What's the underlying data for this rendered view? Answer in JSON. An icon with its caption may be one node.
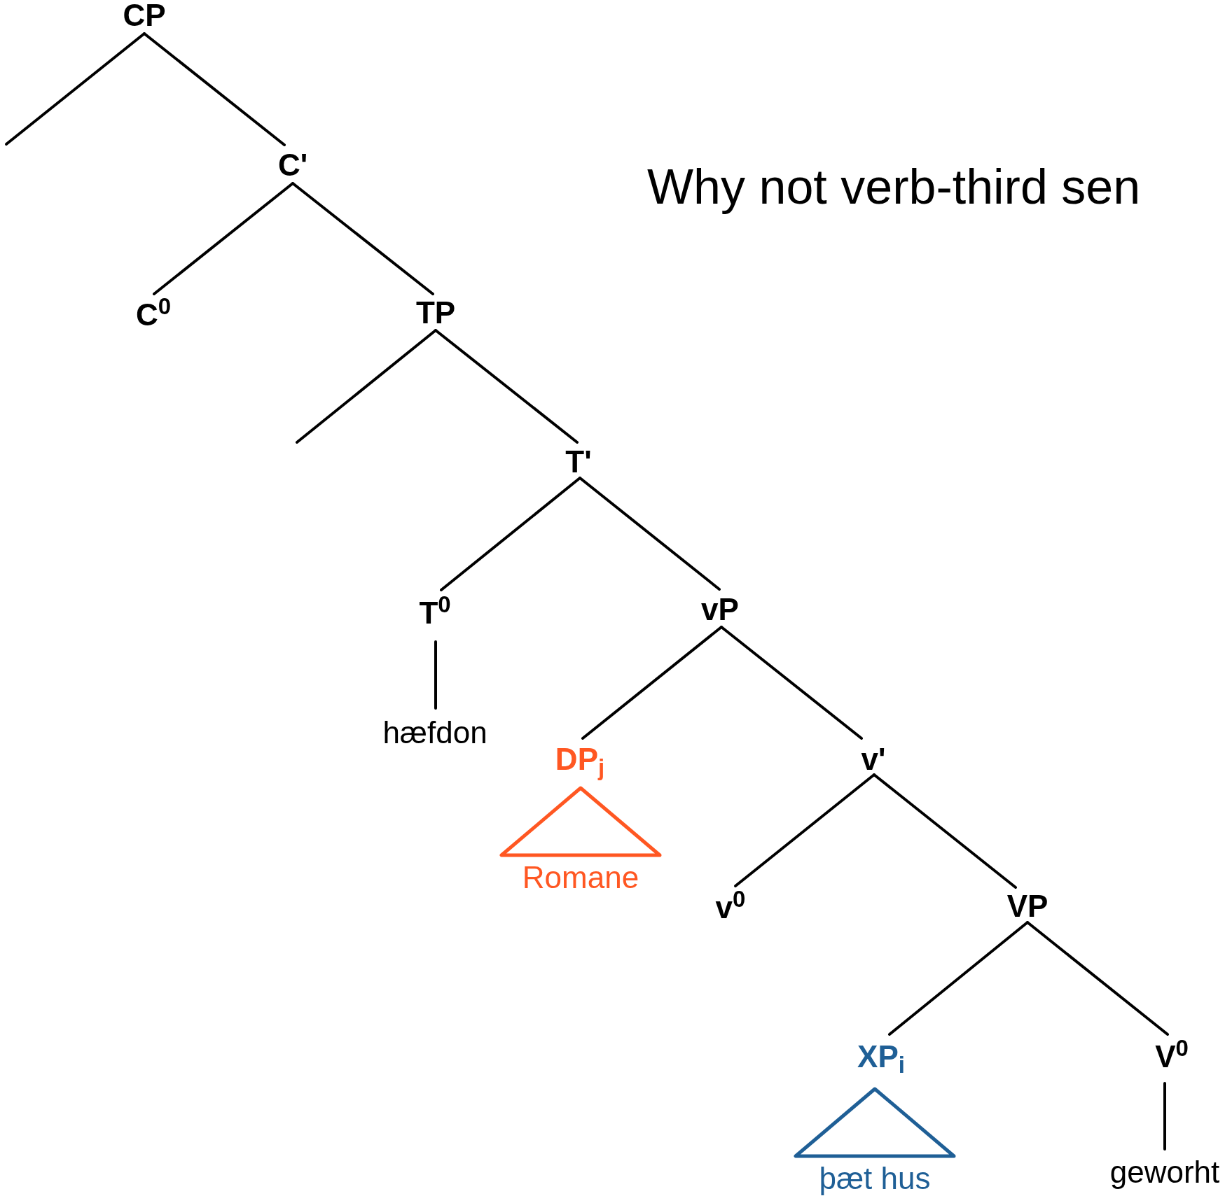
{
  "diagram": {
    "title": "Why not verb-third sen",
    "nodes": [
      {
        "text": [
          "CP"
        ]
      },
      {
        "text": [
          "C'"
        ]
      },
      {
        "text": [
          "C$^{0}$"
        ]
      },
      {
        "text": [
          "TP"
        ]
      },
      {
        "text": [
          "T'"
        ]
      },
      {
        "text": [
          "T$^{0}$"
        ]
      },
      {
        "text": [
          "hæfdon"
        ]
      },
      {
        "text": [
          "vP"
        ]
      },
      {
        "text": [
          "DP$_{j}$"
        ]
      },
      {
        "text": [
          "Romane"
        ]
      },
      {
        "text": [
          "v'"
        ]
      },
      {
        "text": [
          "v$^{0}$"
        ]
      },
      {
        "text": [
          "VP"
        ]
      },
      {
        "text": [
          "XP$_{i}$"
        ]
      },
      {
        "text": [
          "þæt hus"
        ]
      },
      {
        "text": [
          "V$^{0}$"
        ]
      },
      {
        "text": [
          "geworht"
        ]
      }
    ],
    "edges": [
      {
        "from": 0,
        "to": null,
        "arrow": "none"
      },
      {
        "from": 0,
        "to": 1,
        "arrow": "none"
      },
      {
        "from": 1,
        "to": 2,
        "arrow": "none"
      },
      {
        "from": 1,
        "to": 3,
        "arrow": "none"
      },
      {
        "from": 3,
        "to": null,
        "arrow": "none"
      },
      {
        "from": 3,
        "to": 4,
        "arrow": "none"
      },
      {
        "from": 4,
        "to": 5,
        "arrow": "none"
      },
      {
        "from": 4,
        "to": 7,
        "arrow": "none"
      },
      {
        "from": 5,
        "to": 6,
        "arrow": "none"
      },
      {
        "from": 7,
        "to": 8,
        "arrow": "none"
      },
      {
        "from": 7,
        "to": 10,
        "arrow": "none"
      },
      {
        "from": 10,
        "to": 11,
        "arrow": "none"
      },
      {
        "from": 10,
        "to": 12,
        "arrow": "none"
      },
      {
        "from": 12,
        "to": 13,
        "arrow": "none"
      },
      {
        "from": 12,
        "to": 15,
        "arrow": "none"
      },
      {
        "from": 15,
        "to": 16,
        "arrow": "none"
      }
    ]
  }
}
